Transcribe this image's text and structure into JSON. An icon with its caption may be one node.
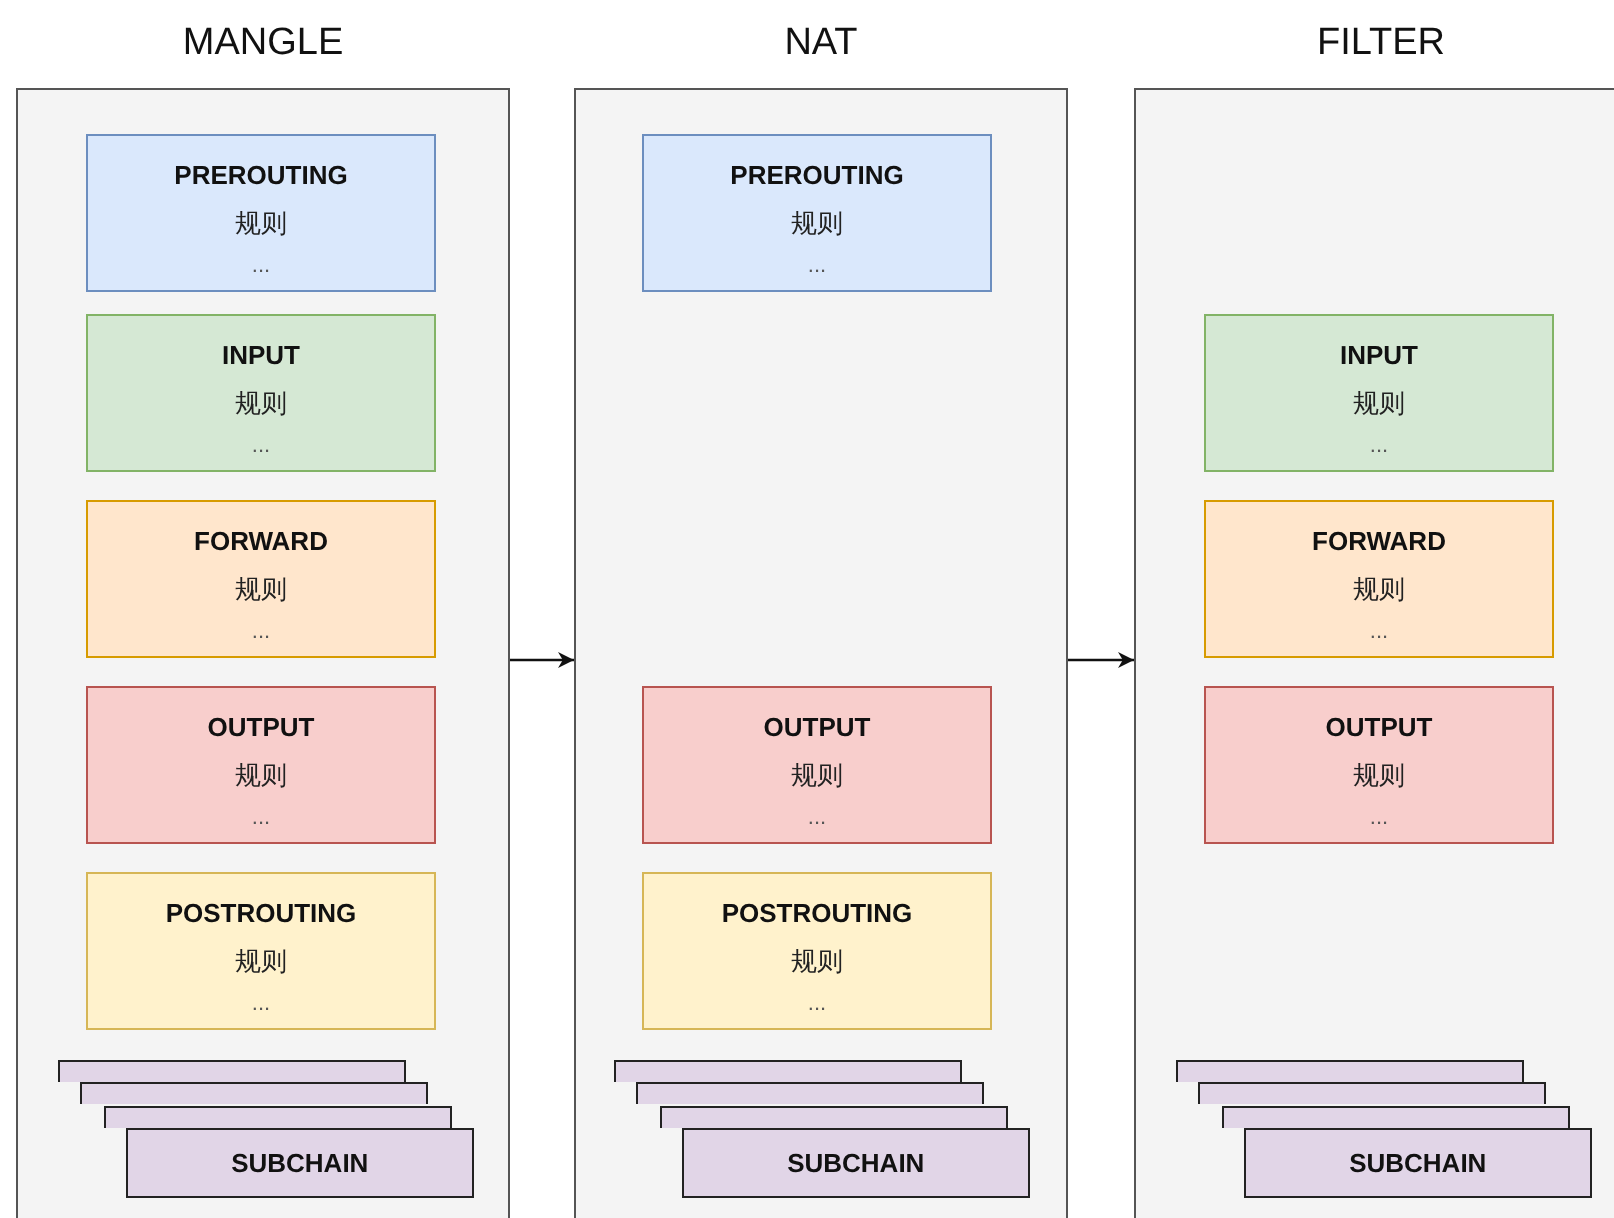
{
  "diagram": {
    "nodes": [
      {
        "text": [
          "MANGLE"
        ]
      },
      {
        "text": [
          "PREROUTING",
          "规则",
          "..."
        ],
        "in": 0
      },
      {
        "text": [
          "INPUT",
          "规则",
          "..."
        ],
        "in": 0
      },
      {
        "text": [
          "FORWARD",
          "规则",
          "..."
        ],
        "in": 0
      },
      {
        "text": [
          "OUTPUT",
          "规则",
          "..."
        ],
        "in": 0
      },
      {
        "text": [
          "POSTROUTING",
          "规则",
          "..."
        ],
        "in": 0
      },
      {
        "text": [],
        "shape": "box",
        "in": 0
      },
      {
        "text": [],
        "shape": "box",
        "in": 0
      },
      {
        "text": [],
        "shape": "box",
        "in": 0
      },
      {
        "text": [
          "SUBCHAIN"
        ],
        "in": 0
      },
      {
        "text": [
          "NAT"
        ]
      },
      {
        "text": [
          "PREROUTING",
          "规则",
          "..."
        ],
        "in": 10
      },
      {
        "text": [
          "OUTPUT",
          "规则",
          "..."
        ],
        "in": 10
      },
      {
        "text": [
          "POSTROUTING",
          "规则",
          "..."
        ],
        "in": 10
      },
      {
        "text": [],
        "shape": "box",
        "in": 10
      },
      {
        "text": [],
        "shape": "box",
        "in": 10
      },
      {
        "text": [],
        "shape": "box",
        "in": 10
      },
      {
        "text": [
          "SUBCHAIN"
        ],
        "in": 10
      },
      {
        "text": [
          "FILTER"
        ]
      },
      {
        "text": [
          "INPUT",
          "规则",
          "..."
        ],
        "in": 18
      },
      {
        "text": [
          "FORWARD",
          "规则",
          "..."
        ],
        "in": 18
      },
      {
        "text": [
          "OUTPUT",
          "规则",
          "..."
        ],
        "in": 18
      },
      {
        "text": [],
        "shape": "box",
        "in": 18
      },
      {
        "text": [],
        "shape": "box",
        "in": 18
      },
      {
        "text": [],
        "shape": "box",
        "in": 18
      },
      {
        "text": [
          "SUBCHAIN"
        ],
        "in": 18
      }
    ],
    "edges": [
      {
        "from": 0,
        "to": 10,
        "arrow": "to"
      },
      {
        "from": 10,
        "to": 18,
        "arrow": "to"
      }
    ]
  }
}
